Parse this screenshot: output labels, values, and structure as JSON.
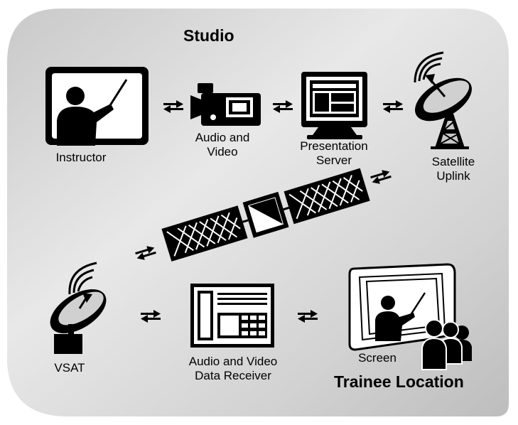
{
  "title_top": "Studio",
  "title_bottom": "Trainee Location",
  "nodes": {
    "instructor": {
      "label": "Instructor"
    },
    "camera": {
      "label_line1": "Audio and",
      "label_line2": "Video"
    },
    "server": {
      "label_line1": "Presentation",
      "label_line2": "Server"
    },
    "uplink": {
      "label_line1": "Satellite",
      "label_line2": "Uplink"
    },
    "vsat": {
      "label": "VSAT"
    },
    "receiver": {
      "label_line1": "Audio and Video",
      "label_line2": "Data Receiver"
    },
    "screen": {
      "label": "Screen"
    }
  },
  "colors": {
    "panel": "#d6d6d6",
    "panel_light": "#e6e6e6",
    "ink": "#000000",
    "icon_fill": "#ffffff"
  },
  "icons": [
    "instructor-icon",
    "video-camera-icon",
    "computer-monitor-icon",
    "satellite-dish-icon",
    "satellite-icon",
    "vsat-dish-icon",
    "receiver-device-icon",
    "classroom-screen-icon",
    "bidirectional-arrow-icon"
  ]
}
